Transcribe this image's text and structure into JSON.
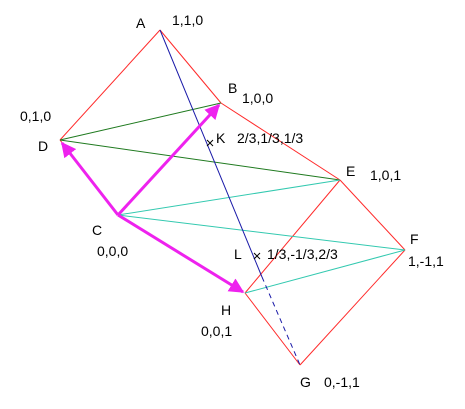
{
  "diagram": {
    "colors": {
      "red_edges": "#ff2a2a",
      "green_edges": "#1f7a1f",
      "teal_edges": "#33c9b0",
      "blue_line": "#1a1aa8",
      "magenta_vectors": "#ee22ee",
      "label": "#000000"
    },
    "points": {
      "A": {
        "letter": "A",
        "coords": "1,1,0"
      },
      "B": {
        "letter": "B",
        "coords": "1,0,0"
      },
      "C": {
        "letter": "C",
        "coords": "0,0,0"
      },
      "D": {
        "letter": "D",
        "coords": "0,1,0"
      },
      "E": {
        "letter": "E",
        "coords": "1,0,1"
      },
      "F": {
        "letter": "F",
        "coords": "1,-1,1"
      },
      "G": {
        "letter": "G",
        "coords": "0,-1,1"
      },
      "H": {
        "letter": "H",
        "coords": "0,0,1"
      },
      "K": {
        "letter": "K",
        "coords": "2/3,1/3,1/3"
      },
      "L": {
        "letter": "L",
        "coords": "1/3,-1/3,2/3"
      }
    }
  }
}
